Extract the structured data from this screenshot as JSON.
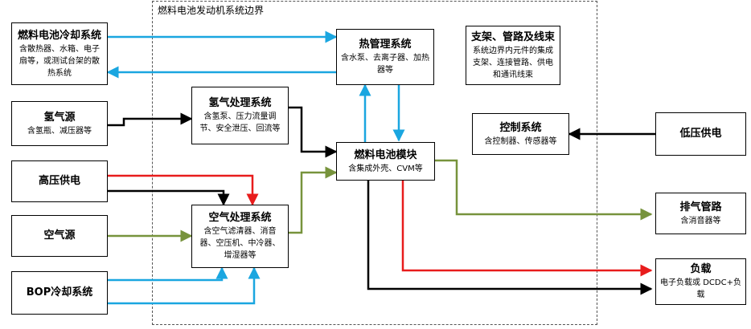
{
  "boundary": {
    "label": "燃料电池发动机系统边界"
  },
  "boxes": {
    "fc_cooling": {
      "title": "燃料电池冷却系统",
      "desc": "含散热器、水箱、电子扇等，或测试台架的散热系统"
    },
    "hydrogen_source": {
      "title": "氢气源",
      "desc": "含氢瓶、减压器等"
    },
    "high_voltage": {
      "title": "高压供电"
    },
    "air_source": {
      "title": "空气源"
    },
    "bop_cooling": {
      "title": "BOP冷却系统"
    },
    "thermal": {
      "title": "热管理系统",
      "desc": "含水泵、去离子器、加热器等"
    },
    "hydrogen_proc": {
      "title": "氢气处理系统",
      "desc": "含氢泵、压力流量调节、安全泄压、回流等"
    },
    "air_proc": {
      "title": "空气处理系统",
      "desc": "含空气滤清器、消音器、空压机、中冷器、增湿器等"
    },
    "fc_module": {
      "title": "燃料电池模块",
      "desc": "含集成外壳、CVM等"
    },
    "bracket": {
      "title": "支架、管路及线束",
      "desc": "系统边界内元件的集成支架、连接管路、供电和通讯线束"
    },
    "control": {
      "title": "控制系统",
      "desc": "含控制器、传感器等"
    },
    "low_voltage": {
      "title": "低压供电"
    },
    "exhaust": {
      "title": "排气管路",
      "desc": "含消音器等"
    },
    "load": {
      "title": "负载",
      "desc": "电子负载或 DCDC+负载"
    }
  },
  "colors": {
    "coolant": "#1aa6e0",
    "hydrogen": "#000000",
    "power": "#e81c1c",
    "air": "#77933c"
  }
}
